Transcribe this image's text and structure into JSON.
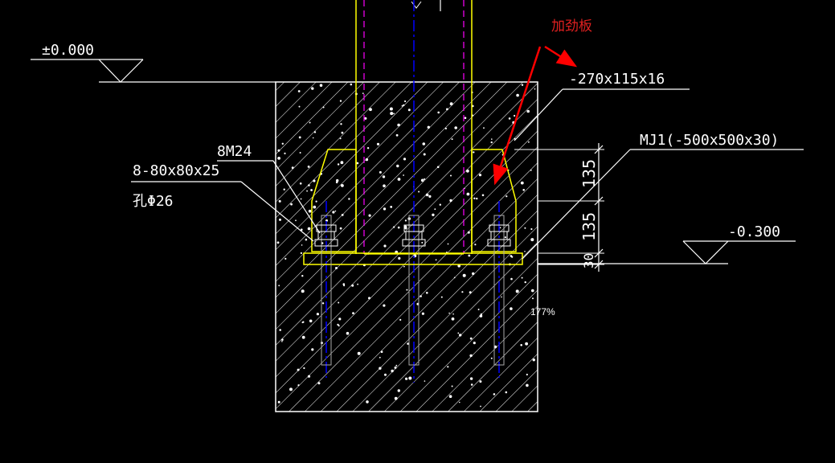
{
  "labels": {
    "level_top": "±0.000",
    "level_bottom": "-0.300",
    "stiffener_note": "加劲板",
    "stiffener_spec": "-270x115x16",
    "anchor_bolts": "8M24",
    "washer_plate": "8-80x80x25",
    "hole_diameter": "孔Φ26",
    "embedded_plate": "MJ1(-500x500x30)",
    "dimensions": [
      "135",
      "135",
      "30"
    ],
    "zoom_level": "177%"
  },
  "colors": {
    "background": "#000000",
    "lines": "#ffffff",
    "steel": "#ffff00",
    "column_dashed": "#ff00ff",
    "center_line": "#0000ff",
    "annotation_arrow": "#ff0000",
    "annotation_text": "#e02020"
  }
}
